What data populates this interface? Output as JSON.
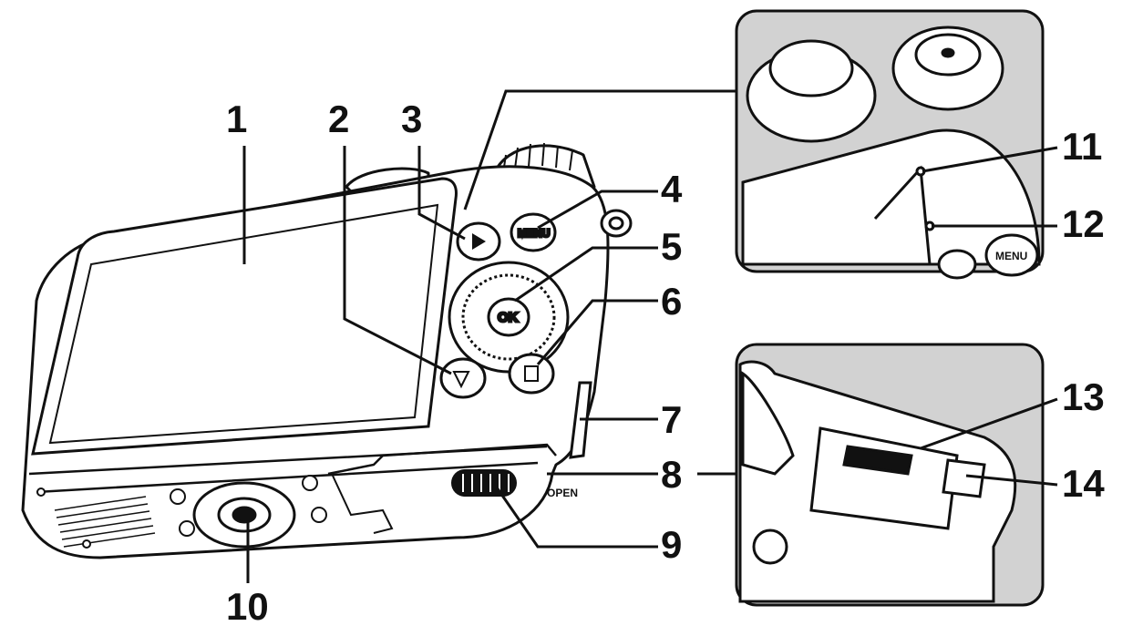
{
  "callouts": {
    "c1": "1",
    "c2": "2",
    "c3": "3",
    "c4": "4",
    "c5": "5",
    "c6": "6",
    "c7": "7",
    "c8": "8",
    "c9": "9",
    "c10": "10",
    "c11": "11",
    "c12": "12",
    "c13": "13",
    "c14": "14"
  },
  "button_marks": {
    "ok": "OK",
    "menu_main": "MENU",
    "menu_inset": "MENU",
    "slider_label": "OPEN"
  },
  "colors": {
    "line": "#111111",
    "inset_bg": "#d2d2d2",
    "body_fill": "#ffffff",
    "screen_fill": "#ffffff"
  }
}
